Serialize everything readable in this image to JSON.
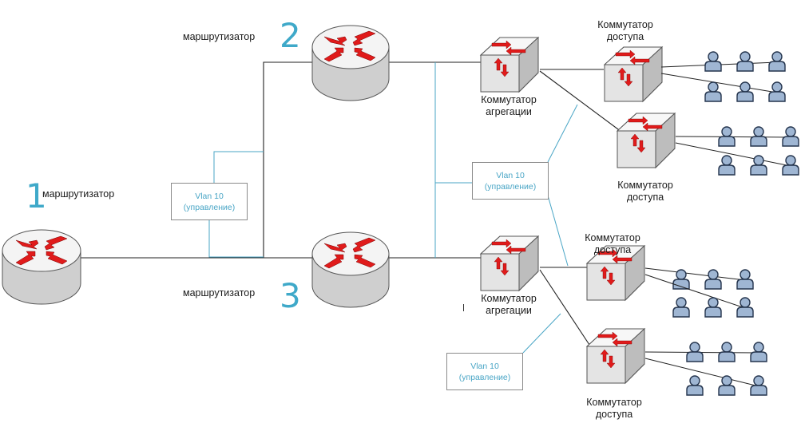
{
  "routers": [
    {
      "id": "r1",
      "number": "1",
      "label": "маршрутизатор"
    },
    {
      "id": "r2",
      "number": "2",
      "label": "маршрутизатор"
    },
    {
      "id": "r3",
      "number": "3",
      "label": "маршрутизатор"
    }
  ],
  "aggregation_switches": [
    {
      "id": "agg1",
      "label_line1": "Коммутатор",
      "label_line2": "агрегации"
    },
    {
      "id": "agg2",
      "label_line1": "Коммутатор",
      "label_line2": "агрегации"
    }
  ],
  "access_switches": [
    {
      "id": "acc1",
      "label_line1": "Коммутатор",
      "label_line2": "доступа"
    },
    {
      "id": "acc2",
      "label_line1": "Коммутатор",
      "label_line2": "доступа"
    },
    {
      "id": "acc3",
      "label_line1": "Коммутатор",
      "label_line2": "доступа"
    },
    {
      "id": "acc4",
      "label_line1": "Коммутатор",
      "label_line2": "доступа"
    }
  ],
  "vlan_boxes": [
    {
      "id": "vlan-left",
      "line1": "Vlan 10",
      "line2": "(управление)"
    },
    {
      "id": "vlan-mid",
      "line1": "Vlan 10",
      "line2": "(управление)"
    },
    {
      "id": "vlan-bottom",
      "line1": "Vlan 10",
      "line2": "(управление)"
    }
  ],
  "colors": {
    "router_body": "#cfcfcf",
    "router_top": "#f4f4f4",
    "arrow_red": "#e01b1b",
    "vlan_line": "#4aa6c6",
    "vlan_text": "#4aa6c6",
    "number_color": "#3fa9c9",
    "user_fill": "#9fb6d3",
    "user_stroke": "#24344d"
  },
  "user_groups_per_access_switch": 2,
  "users_per_group": 3
}
